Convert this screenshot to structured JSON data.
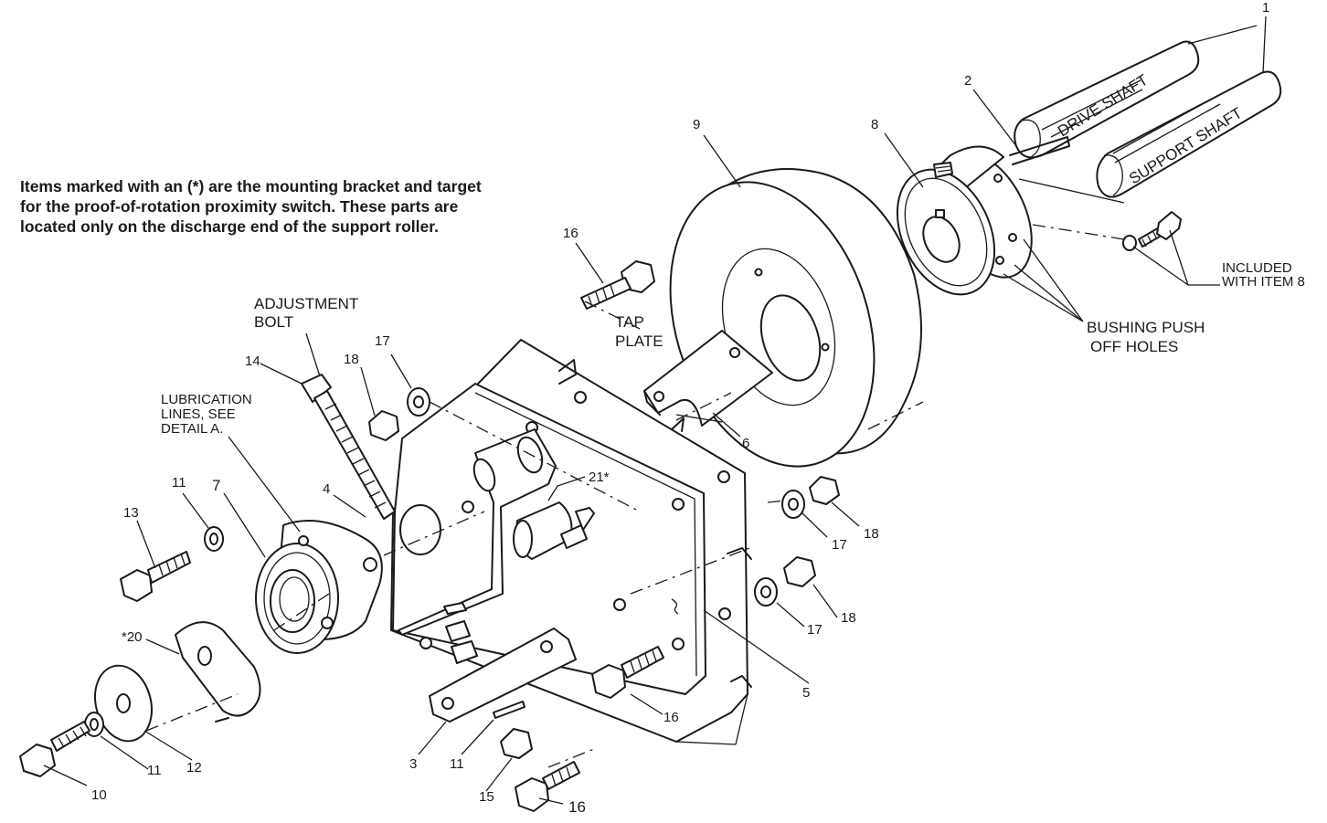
{
  "note": {
    "line1": "Items marked with an (*) are the mounting bracket and target",
    "line2": "for the proof-of-rotation proximity switch.  These parts are",
    "line3": "located only on the discharge end of the support roller."
  },
  "shaft_labels": {
    "drive": "DRIVE SHAFT",
    "support": "SUPPORT SHAFT"
  },
  "callouts": {
    "adjustment": "ADJUSTMENT",
    "bolt": "BOLT",
    "lub1": "LUBRICATION",
    "lub2": "LINES, SEE",
    "lub3": "DETAIL A.",
    "tap": "TAP",
    "plate": "PLATE",
    "bushing1": "BUSHING PUSH",
    "bushing2": "OFF HOLES",
    "included1": "INCLUDED",
    "included2": "WITH ITEM 8"
  },
  "item_numbers": {
    "n1": "1",
    "n2": "2",
    "n3": "3",
    "n4": "4",
    "n5": "5",
    "n6": "6",
    "n7": "7",
    "n8": "8",
    "n9": "9",
    "n10": "10",
    "n11a": "11",
    "n11b": "11",
    "n11c": "11",
    "n12": "12",
    "n13": "13",
    "n14": "14",
    "n15": "15",
    "n16a": "16",
    "n16b": "16",
    "n16c": "16",
    "n17a": "17",
    "n17b": "17",
    "n17c": "17",
    "n18a": "18",
    "n18b": "18",
    "n18c": "18",
    "n20": "*20",
    "n21": "21*"
  }
}
